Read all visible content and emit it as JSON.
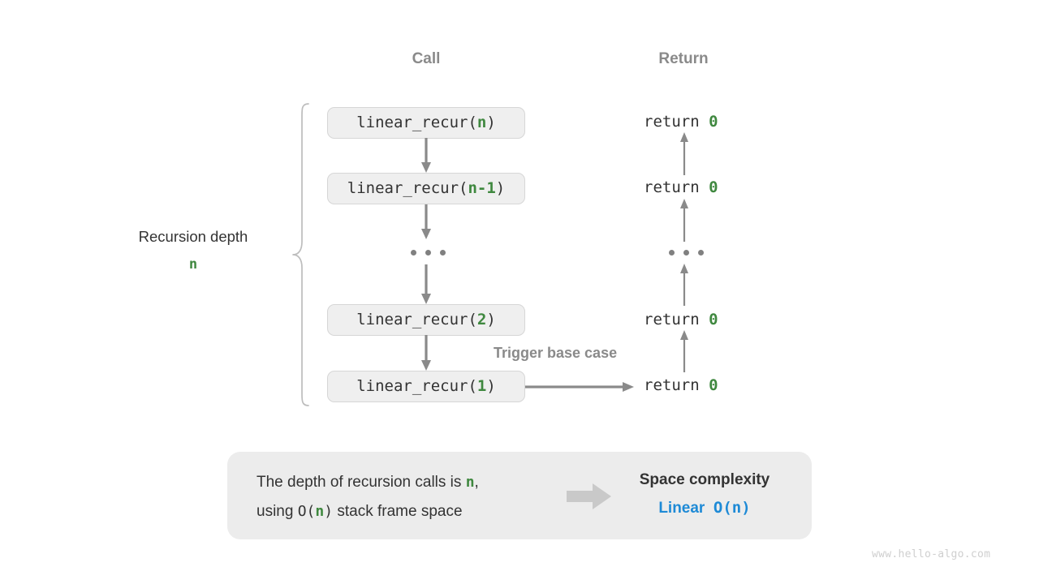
{
  "columns": {
    "call_header": "Call",
    "return_header": "Return"
  },
  "depth": {
    "label": "Recursion depth",
    "value": "n"
  },
  "call_stack": [
    {
      "prefix": "linear_recur(",
      "arg": "n",
      "suffix": ")"
    },
    {
      "prefix": "linear_recur(",
      "arg": "n-1",
      "suffix": ")"
    },
    {
      "prefix": "linear_recur(",
      "arg": "2",
      "suffix": ")"
    },
    {
      "prefix": "linear_recur(",
      "arg": "1",
      "suffix": ")"
    }
  ],
  "returns": [
    {
      "text": "return ",
      "value": "0"
    },
    {
      "text": "return ",
      "value": "0"
    },
    {
      "text": "return ",
      "value": "0"
    },
    {
      "text": "return ",
      "value": "0"
    }
  ],
  "ellipsis": "• • •",
  "trigger_label": "Trigger base case",
  "summary": {
    "line1_a": "The depth of recursion calls is ",
    "line1_var": "n",
    "line1_b": ",",
    "line2_a": "using ",
    "line2_mono": "O(",
    "line2_var": "n",
    "line2_mono_close": ")",
    "line2_b": " stack frame space",
    "title": "Space complexity",
    "value_word": "Linear",
    "value_mono": "O(n)"
  },
  "watermark": "www.hello-algo.com",
  "colors": {
    "accent_green": "#3f883f",
    "accent_blue": "#1e8ad6",
    "grey_line": "#808080",
    "box_fill": "#efefef",
    "box_border": "#d6d6d6",
    "panel_fill": "#ececec",
    "header_grey": "#8a8a8a",
    "text_dark": "#333333"
  }
}
